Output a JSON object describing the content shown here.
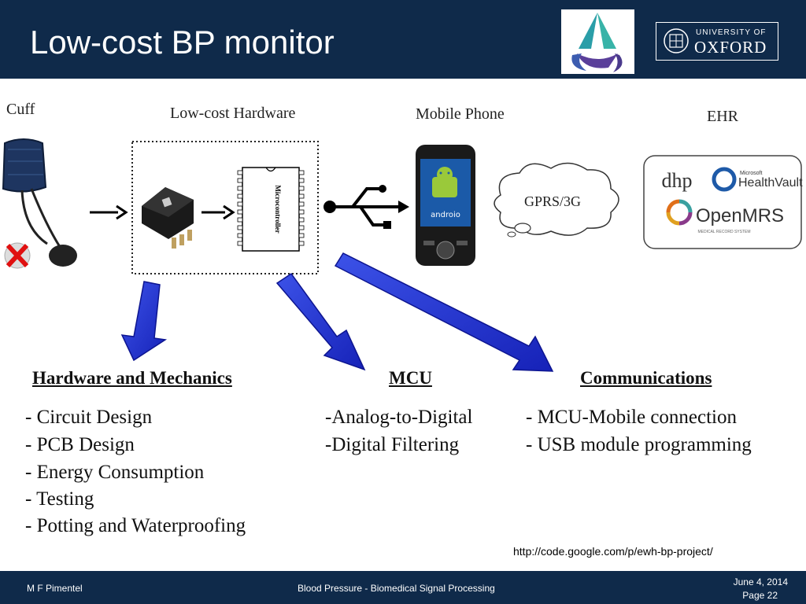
{
  "title": "Low-cost BP monitor",
  "university": {
    "line1": "UNIVERSITY OF",
    "line2": "OXFORD"
  },
  "stages": {
    "cuff": "Cuff",
    "hardware": "Low-cost Hardware",
    "phone": "Mobile Phone",
    "ehr": "EHR"
  },
  "chip": {
    "label": "Microcontroller"
  },
  "cloud": {
    "label": "GPRS/3G"
  },
  "phone": {
    "brand": "androio"
  },
  "ehr_logos": {
    "dhp": "dhp",
    "healthvault_small": "Microsoft",
    "healthvault": "HealthVault",
    "openmrs": "OpenMRS",
    "openmrs_tag": "MEDICAL RECORD SYSTEM"
  },
  "sections": {
    "hardware": {
      "heading": "Hardware  and Mechanics",
      "items": [
        "- Circuit  Design",
        "- PCB  Design",
        "- Energy  Consumption",
        "- Testing",
        "- Potting  and  Waterproofing"
      ]
    },
    "mcu": {
      "heading": "MCU",
      "items": [
        "-Analog-to-Digital",
        "-Digital  Filtering"
      ]
    },
    "comms": {
      "heading": "Communications",
      "items": [
        "- MCU-Mobile  connection",
        "- USB module  programming"
      ]
    }
  },
  "url": "http://code.google.com/p/ewh-bp-project/",
  "footer": {
    "author": "M F Pimentel",
    "center": "Blood Pressure - Biomedical Signal Processing",
    "date": "June 4, 2014",
    "page": "Page 22"
  },
  "colors": {
    "header": "#0f2a4a",
    "arrow_blue": "#1f2fd0",
    "android_green": "#9ac93a"
  }
}
